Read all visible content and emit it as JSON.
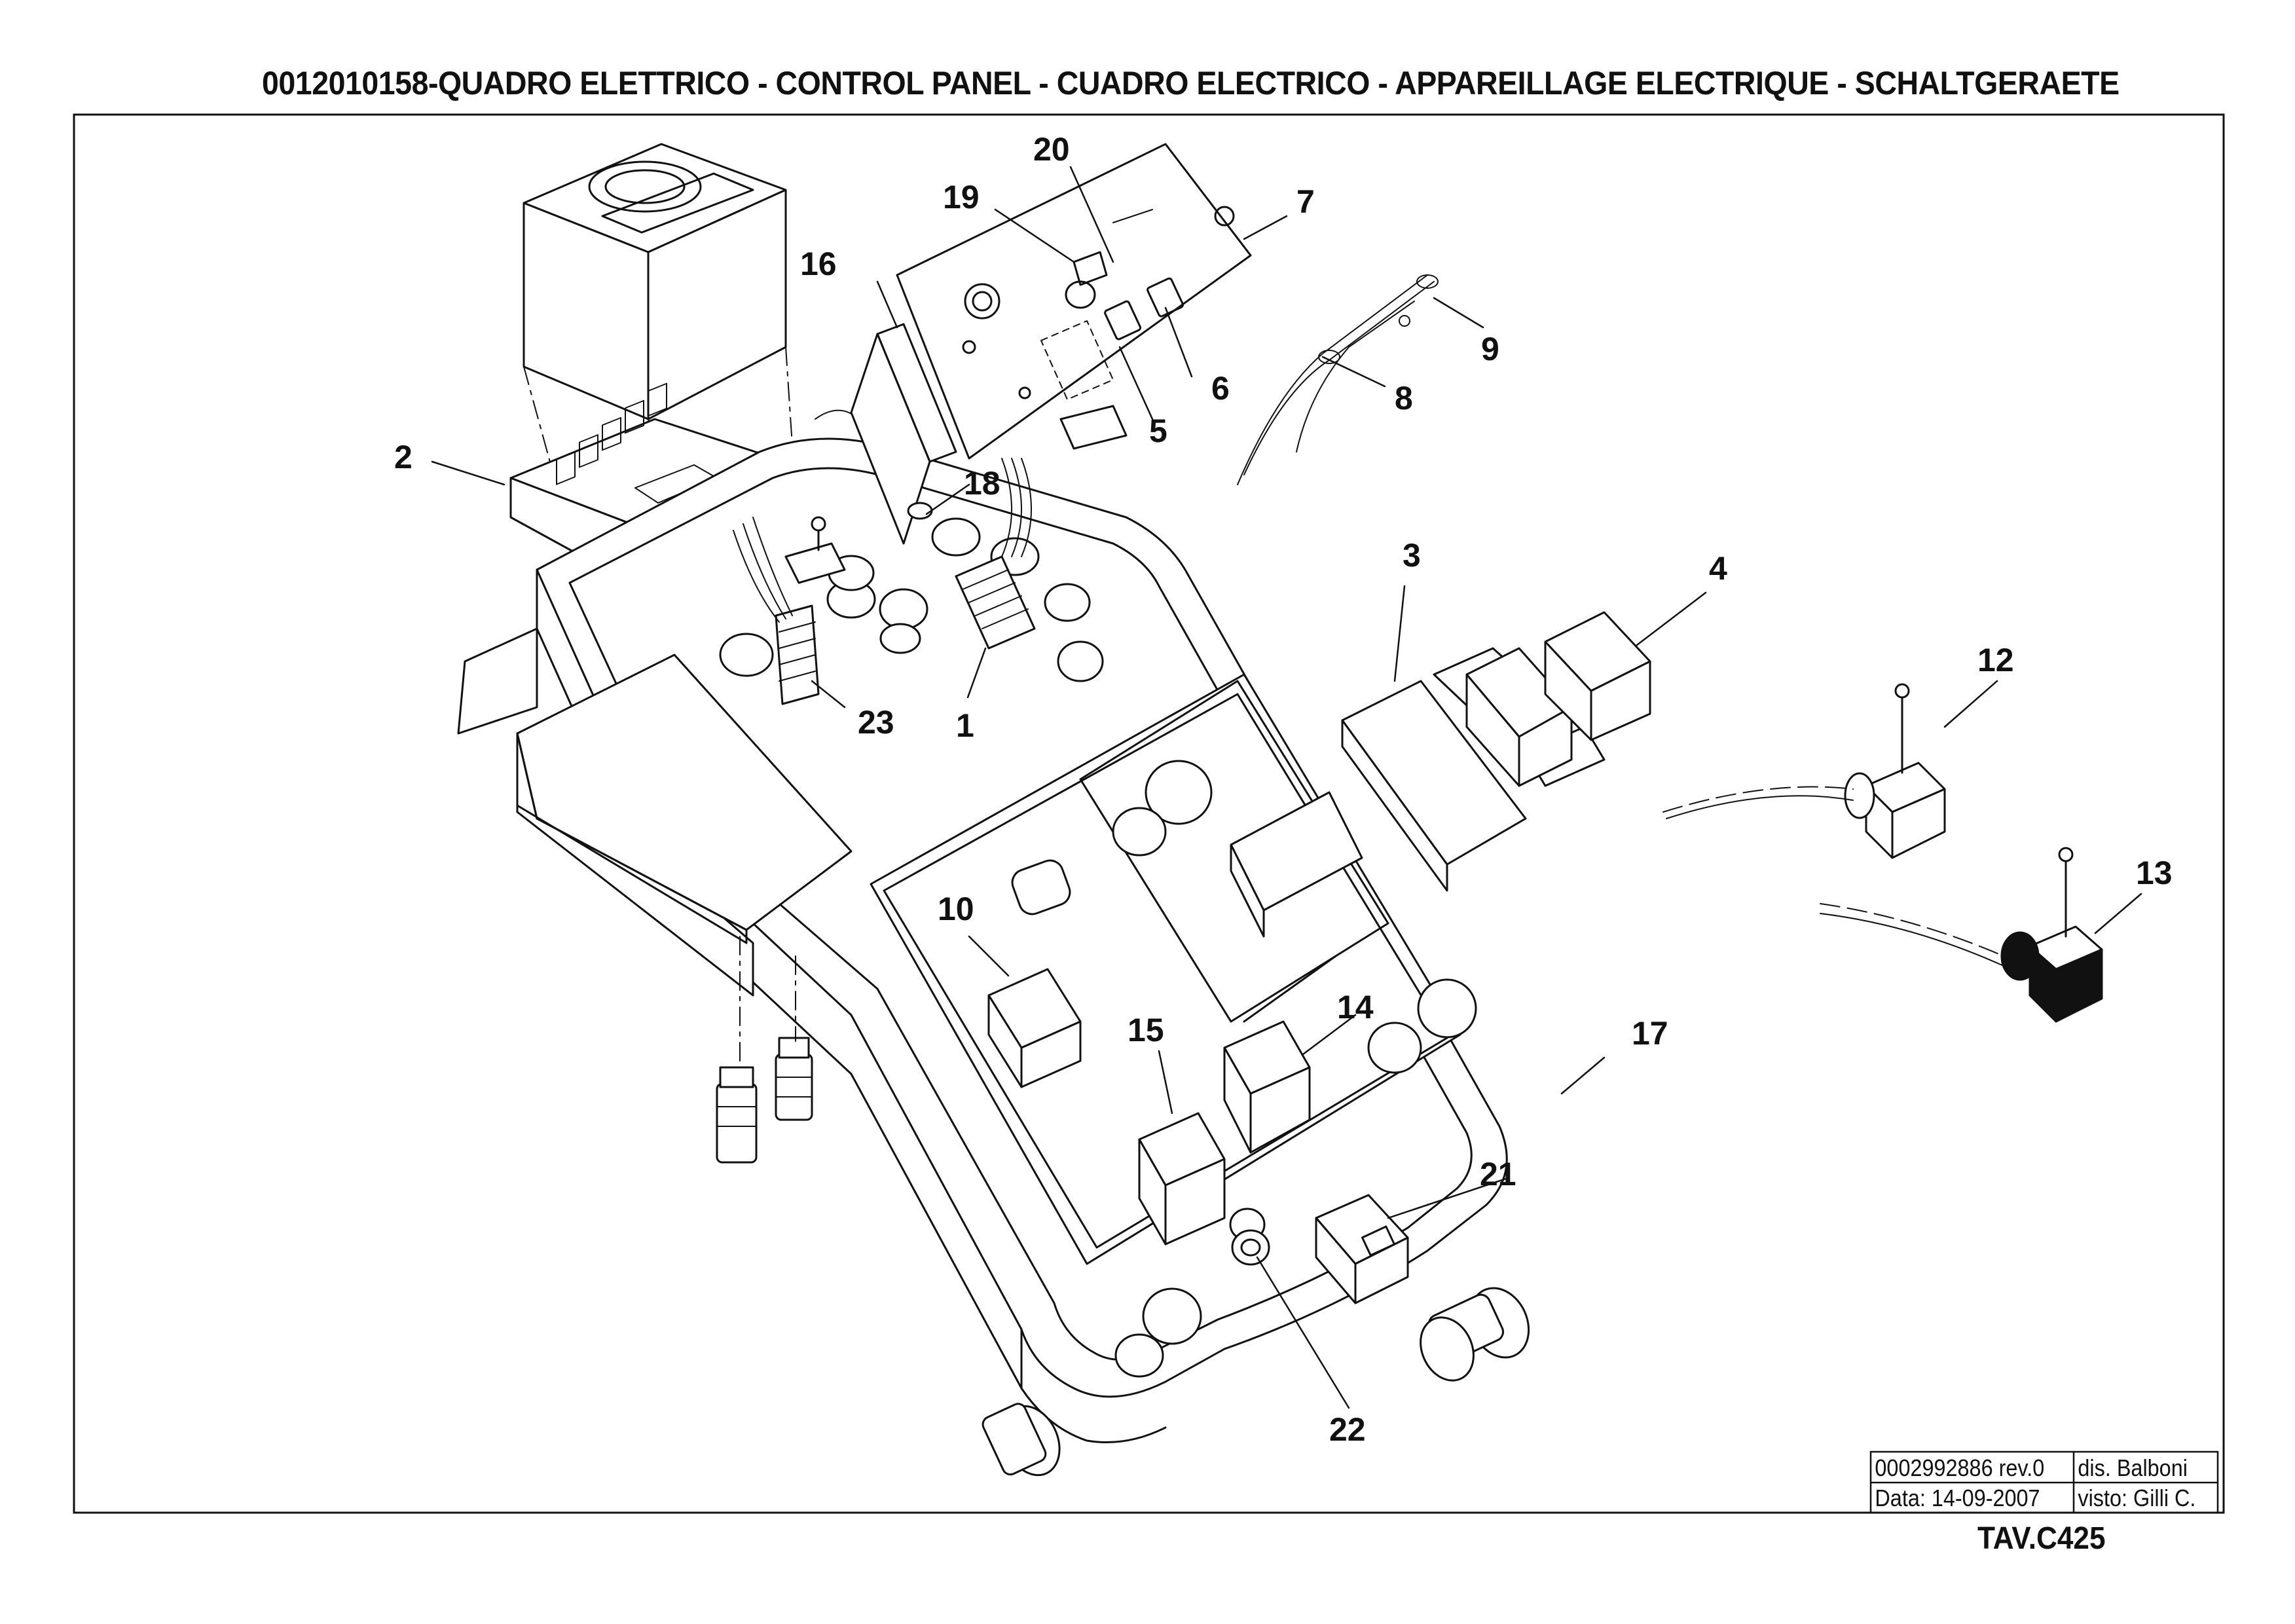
{
  "title": "0012010158-QUADRO ELETTRICO - CONTROL PANEL - CUADRO ELECTRICO - APPAREILLAGE ELECTRIQUE - SCHALTGERAETE",
  "callouts": [
    "1",
    "2",
    "3",
    "4",
    "5",
    "6",
    "7",
    "8",
    "9",
    "10",
    "12",
    "13",
    "14",
    "15",
    "16",
    "17",
    "18",
    "19",
    "20",
    "21",
    "22",
    "23"
  ],
  "title_block": {
    "drawing_number": "0002992886 rev.0",
    "drawn_by": "dis. Balboni",
    "date": "Data: 14-09-2007",
    "checked_by": "visto: Gilli C."
  },
  "sheet_id": "TAV.C425"
}
